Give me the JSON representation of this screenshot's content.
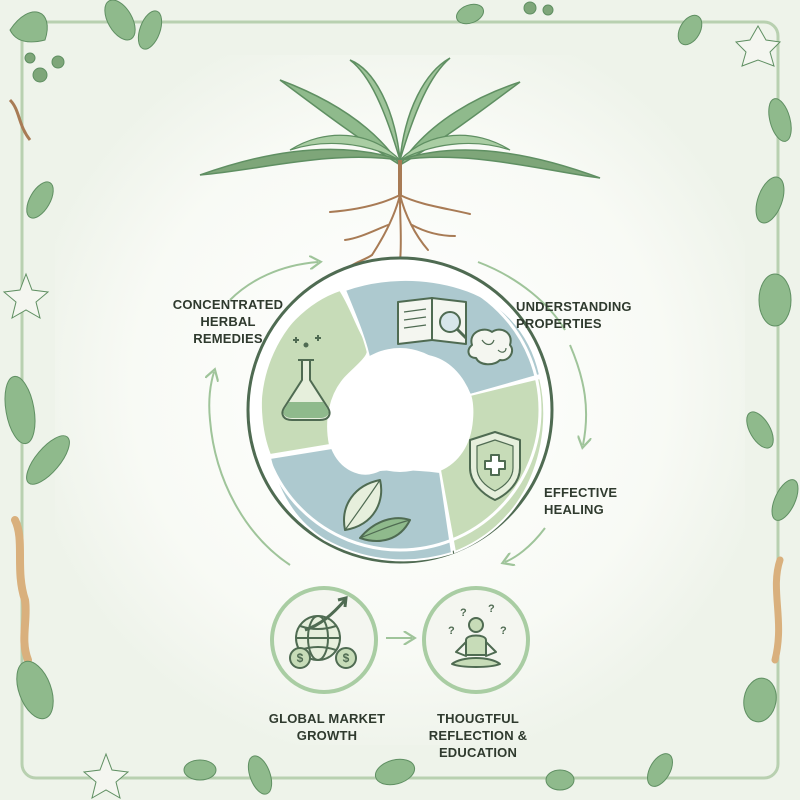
{
  "colors": {
    "background": "#eef3ea",
    "center_panel": "#fbfcf9",
    "leaf_green": "#8fba8c",
    "dark_leaf": "#5f8f62",
    "root_brown": "#a87b55",
    "segment_green": "#c7dcb8",
    "segment_blue": "#adc9cf",
    "ring_outline": "#4f6b52",
    "text": "#2f3a2e"
  },
  "cycle": {
    "segments": [
      {
        "icon": "flask-icon",
        "label": "CONCENTRATED\nHERBAL\nREMEDIES"
      },
      {
        "icon": "book-brain-icon",
        "label": "UNDERSTANDING\nPROPERTIES"
      },
      {
        "icon": "shield-cross-icon",
        "label": "EFFECTIVE\nHEALING"
      },
      {
        "icon": "leaves-icon",
        "label": ""
      }
    ]
  },
  "bottom": {
    "global": {
      "icon": "globe-dollar-icon",
      "label": "GLOBAL MARKET\nGROWTH"
    },
    "reflection": {
      "icon": "meditation-icon",
      "label": "THOUGTFUL\nREFLECTION &\nEDUCATION"
    }
  }
}
